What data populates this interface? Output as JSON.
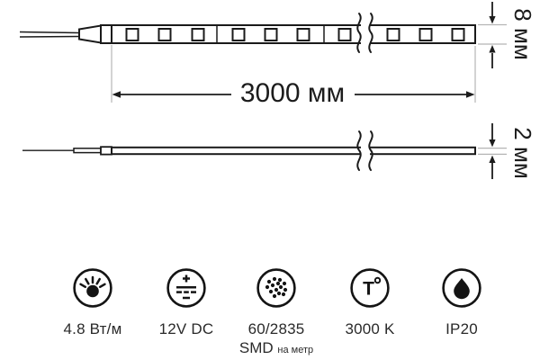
{
  "dimensions": {
    "length": "3000 мм",
    "width": "8 мм",
    "thickness": "2 мм"
  },
  "specs": [
    {
      "icon": "light-power-icon",
      "label": "4.8 Вт/м"
    },
    {
      "icon": "dc-voltage-icon",
      "label": "12V DC"
    },
    {
      "icon": "led-density-icon",
      "label": "60/2835",
      "sub": "SMD",
      "sub_small": "на метр"
    },
    {
      "icon": "color-temperature-icon",
      "label": "3000 K",
      "glyph": "T"
    },
    {
      "icon": "ip-rating-icon",
      "label": "IP20"
    }
  ],
  "colors": {
    "ink": "#1a1a1a",
    "extension_line": "#b5b5b5"
  }
}
